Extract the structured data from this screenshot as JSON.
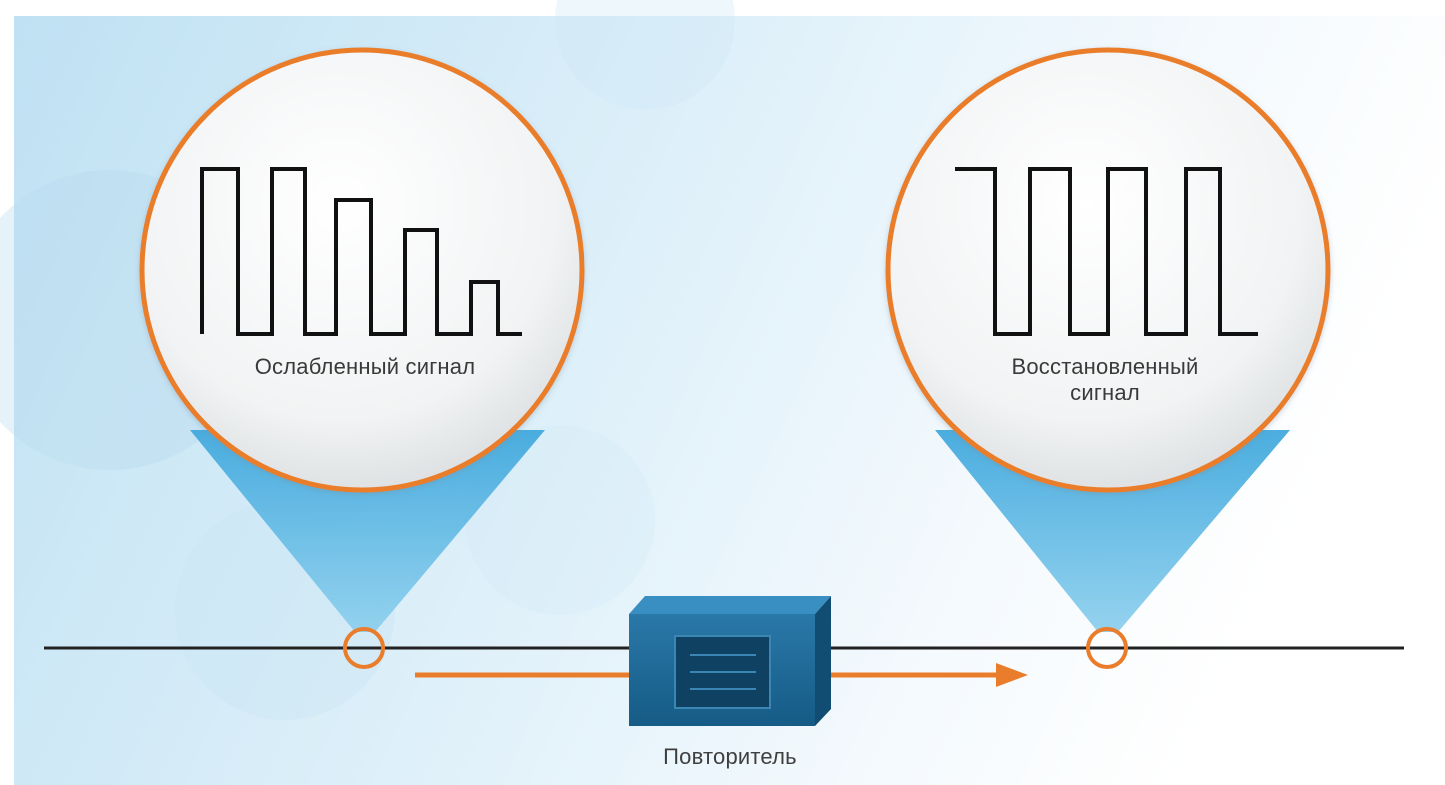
{
  "labels": {
    "weak_signal": "Ослабленный сигнал",
    "restored_signal_line1": "Восстановленный",
    "restored_signal_line2": "сигнал",
    "repeater": "Повторитель"
  },
  "colors": {
    "accent_orange": "#ea7d2b",
    "repeater_blue": "#1d6795",
    "funnel_blue": "#56b6e3",
    "wire": "#222222",
    "waveform": "#111111"
  },
  "icons": {
    "repeater": "network-repeater-box-icon",
    "direction": "arrow-right-icon",
    "probe_point": "probe-circle-icon"
  }
}
